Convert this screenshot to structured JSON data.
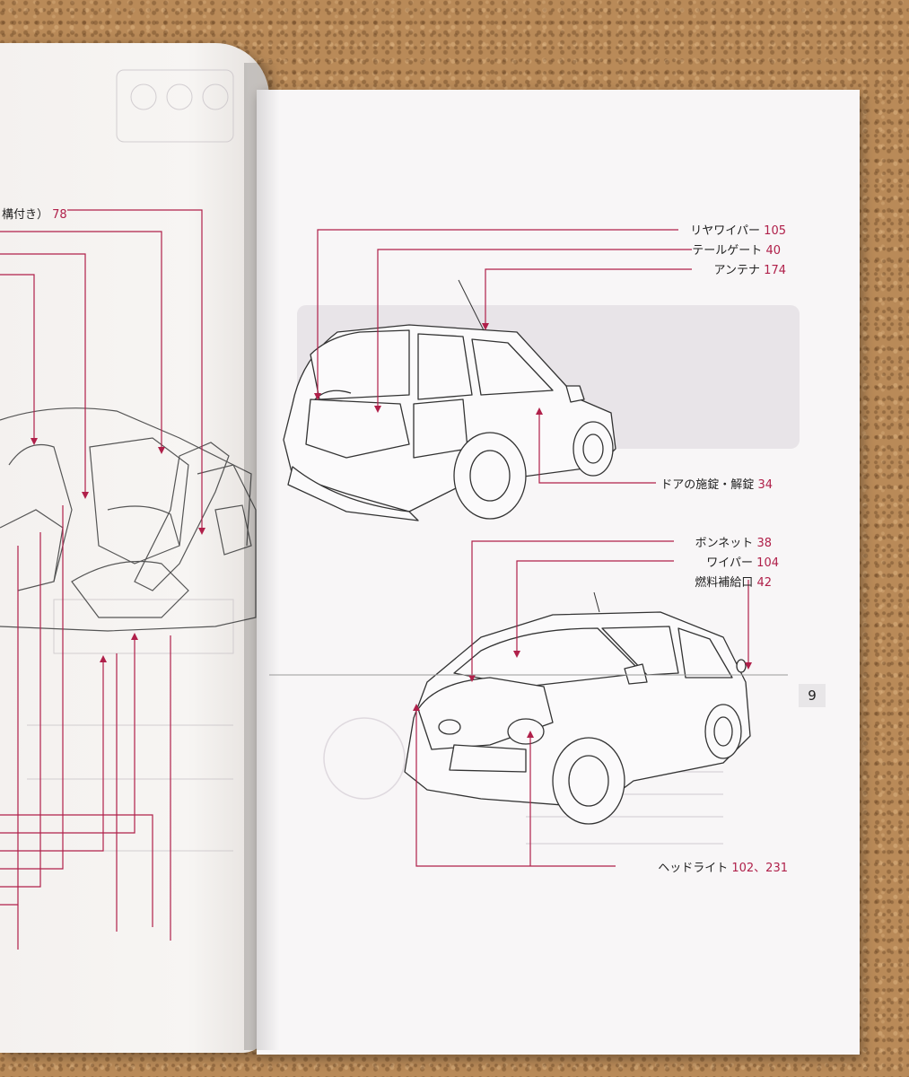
{
  "left_page": {
    "label_text": "構付き）",
    "label_num": "78"
  },
  "right_page": {
    "rear_callouts": [
      {
        "text": "リヤワイパー",
        "num": "105"
      },
      {
        "text": "テールゲート",
        "num": "40"
      },
      {
        "text": "アンテナ",
        "num": "174"
      },
      {
        "text": "ドアの施錠・解錠",
        "num": "34"
      }
    ],
    "front_callouts": [
      {
        "text": "ボンネット",
        "num": "38"
      },
      {
        "text": "ワイパー",
        "num": "104"
      },
      {
        "text": "燃料補給口",
        "num": "42"
      },
      {
        "text": "ヘッドライト",
        "num": "102、231"
      }
    ],
    "page_number": "9"
  },
  "colors": {
    "accent": "#b0204a",
    "cork": "#b98a58",
    "paper": "#f8f6f7"
  }
}
